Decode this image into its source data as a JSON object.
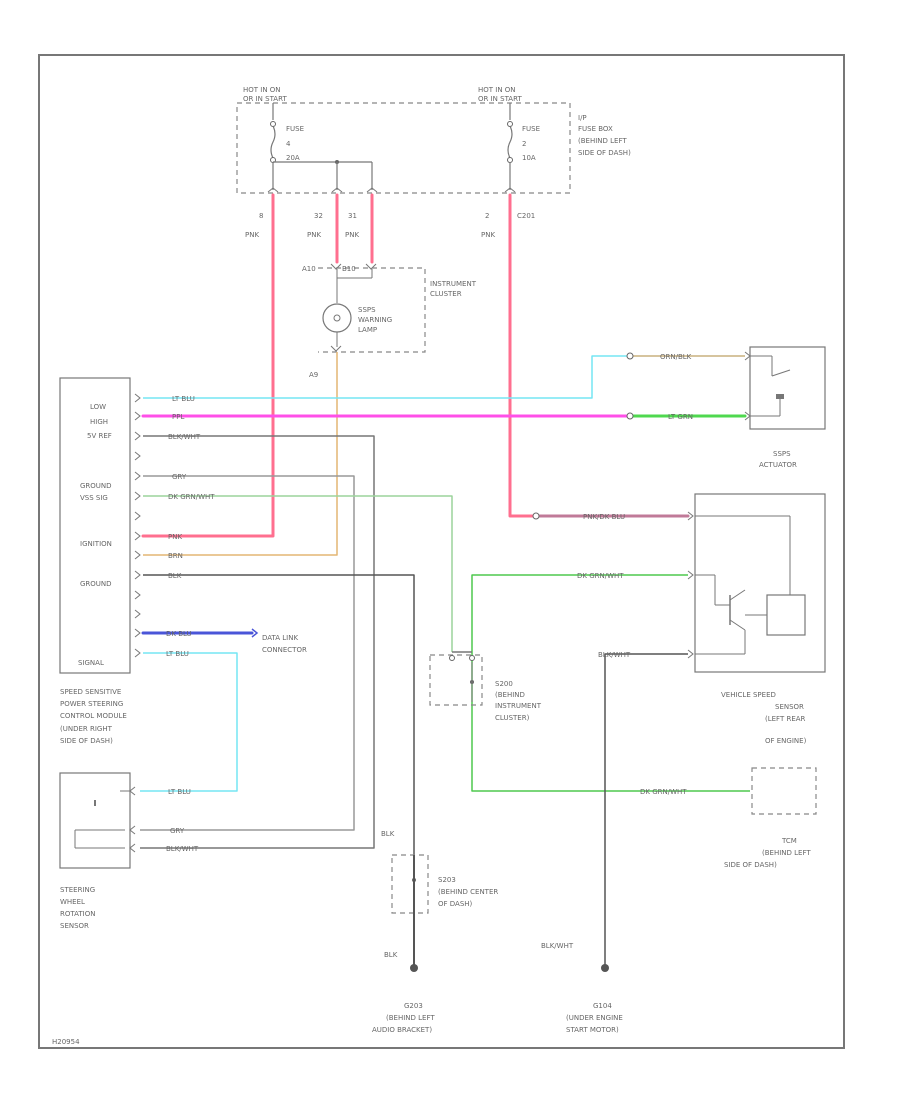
{
  "fuse_box": {
    "hot1": [
      "HOT IN ON",
      "OR IN START"
    ],
    "hot2": [
      "HOT IN ON",
      "OR IN START"
    ],
    "fuse1": [
      "FUSE",
      "4",
      "20A"
    ],
    "fuse2": [
      "FUSE",
      "2",
      "10A"
    ],
    "label": [
      "I/P",
      "FUSE BOX",
      "(BEHIND LEFT",
      "SIDE OF DASH)"
    ]
  },
  "pins": {
    "p8": "8",
    "p32": "32",
    "p31": "31",
    "p2": "2",
    "c201": "C201",
    "pnk1": "PNK",
    "pnk2": "PNK",
    "pnk3": "PNK",
    "pnk4": "PNK",
    "a10": "A10",
    "b10": "B10",
    "a9": "A9"
  },
  "cluster": {
    "label": [
      "INSTRUMENT",
      "CLUSTER"
    ],
    "lamp": [
      "SSPS",
      "WARNING",
      "LAMP"
    ]
  },
  "actuator": {
    "w1": "ORN/BLK",
    "w2": "LT GRN",
    "label": "SSPS",
    "label2": "ACTUATOR"
  },
  "module": {
    "pins": [
      "LOW",
      "HIGH",
      "5V REF",
      "GROUND",
      "VSS SIG",
      "IGNITION",
      "GROUND",
      "SIGNAL"
    ],
    "wires": [
      "LT BLU",
      "PPL",
      "BLK/WHT",
      "GRY",
      "DK GRN/WHT",
      "PNK",
      "BRN",
      "BLK",
      "DK BLU",
      "LT BLU"
    ],
    "label": [
      "SPEED SENSITIVE",
      "POWER STEERING",
      "CONTROL MODULE",
      "(UNDER RIGHT",
      "SIDE OF DASH)"
    ]
  },
  "dlc": [
    "DATA LINK",
    "CONNECTOR"
  ],
  "vss": {
    "w1": "PNK/DK BLU",
    "w2": "DK GRN/WHT",
    "w3": "BLK/WHT",
    "label": [
      "VEHICLE SPEED",
      "SENSOR",
      "(LEFT REAR",
      "OF ENGINE)"
    ]
  },
  "s200": [
    "S200",
    "(BEHIND",
    "INSTRUMENT",
    "CLUSTER)"
  ],
  "tcm": {
    "wire": "DK GRN/WHT",
    "label": [
      "TCM",
      "(BEHIND LEFT",
      "SIDE OF DASH)"
    ]
  },
  "steering": {
    "w1": "LT BLU",
    "w2": "GRY",
    "w3": "BLK/WHT",
    "label": [
      "STEERING",
      "WHEEL",
      "ROTATION",
      "SENSOR"
    ]
  },
  "s203": {
    "blk": "BLK",
    "label": [
      "S203",
      "(BEHIND CENTER",
      "OF DASH)"
    ],
    "blk2": "BLK"
  },
  "g203": [
    "G203",
    "(BEHIND LEFT",
    "AUDIO BRACKET)"
  ],
  "g104": {
    "wire": "BLK/WHT",
    "label": [
      "G104",
      "(UNDER ENGINE",
      "START MOTOR)"
    ]
  },
  "footer": "H20954"
}
